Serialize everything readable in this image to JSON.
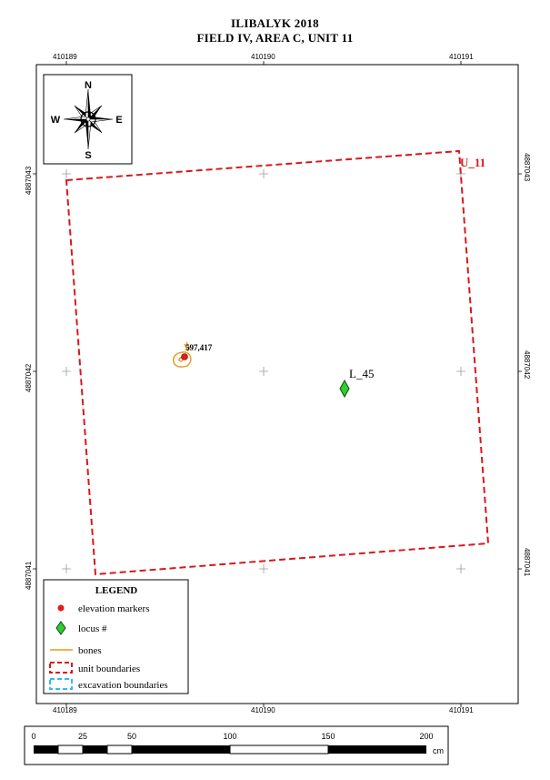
{
  "map": {
    "title_line1": "ILIBALYK 2018",
    "title_line2": "FIELD IV, AREA C, UNIT 11",
    "easting_ticks": [
      "410189",
      "410190",
      "410191"
    ],
    "northing_ticks": [
      "4887043",
      "4887042",
      "4887041"
    ],
    "unit_label": "U_11",
    "locus_label": "L_45",
    "elevation_label": "597,417",
    "compass": {
      "north": "N",
      "south": "S",
      "east": "E",
      "west": "W"
    }
  },
  "legend": {
    "title": "LEGEND",
    "items": [
      {
        "label": "elevation markers",
        "symbol": "red-dot"
      },
      {
        "label": "locus #",
        "symbol": "green-diamond"
      },
      {
        "label": "bones",
        "symbol": "orange-line"
      },
      {
        "label": "unit boundaries",
        "symbol": "red-dashed-box"
      },
      {
        "label": "excavation boundaries",
        "symbol": "cyan-dashed-box"
      }
    ]
  },
  "scalebar": {
    "labels": [
      "0",
      "25",
      "50",
      "100",
      "150",
      "200"
    ],
    "unit": "cm"
  },
  "colors": {
    "unit_boundary": "#d7191c",
    "locus": "#33cc33",
    "elevation": "#e41a1c",
    "bones": "#e69a1e",
    "excavation_boundary": "#33bbee"
  }
}
